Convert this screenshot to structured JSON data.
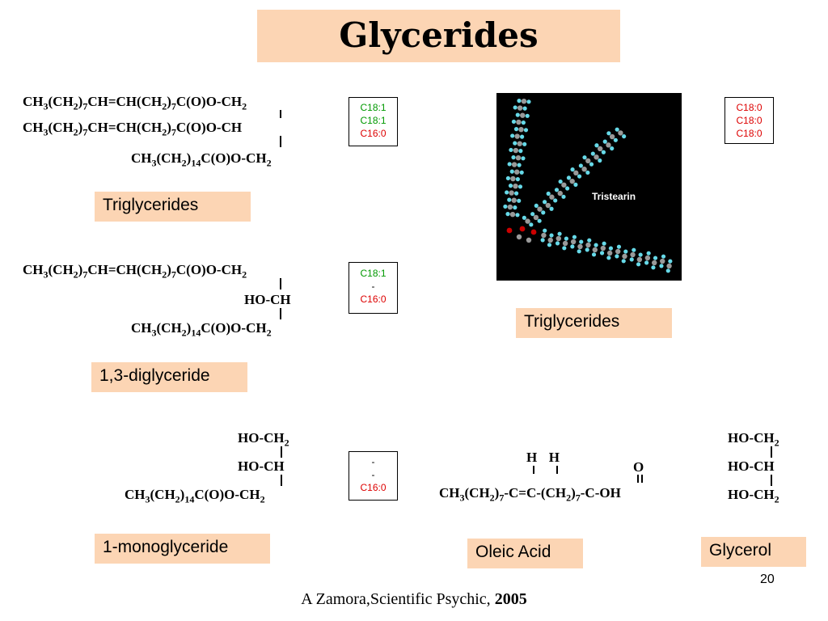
{
  "title": "Glycerides",
  "structures": {
    "tg": [
      "CH3(CH2)7CH=CH(CH2)7C(O)O-CH2",
      "CH3(CH2)7CH=CH(CH2)7C(O)O-CH",
      "CH3(CH2)14C(O)O-CH2"
    ],
    "dg": [
      "CH3(CH2)7CH=CH(CH2)7C(O)O-CH2",
      "HO-CH",
      "CH3(CH2)14C(O)O-CH2"
    ],
    "mg": [
      "HO-CH2",
      "HO-CH",
      "CH3(CH2)14C(O)O-CH2"
    ],
    "oleic": {
      "top": "H  H",
      "acid_top": "O",
      "formula": "CH3(CH2)7-C=C-(CH2)7-C-OH"
    },
    "glycerol": [
      "HO-CH2",
      "HO-CH",
      "HO-CH2"
    ]
  },
  "fatty_acid_boxes": {
    "tg": [
      {
        "text": "C18:1",
        "color": "#009900"
      },
      {
        "text": "C18:1",
        "color": "#009900"
      },
      {
        "text": "C16:0",
        "color": "#dd0000"
      }
    ],
    "dg": [
      {
        "text": "C18:1",
        "color": "#009900"
      },
      {
        "text": "-",
        "color": "#000000"
      },
      {
        "text": "C16:0",
        "color": "#dd0000"
      }
    ],
    "mg": [
      {
        "text": "-",
        "color": "#000000"
      },
      {
        "text": "-",
        "color": "#000000"
      },
      {
        "text": "C16:0",
        "color": "#dd0000"
      }
    ],
    "tristearin": [
      {
        "text": "C18:0",
        "color": "#dd0000"
      },
      {
        "text": "C18:0",
        "color": "#dd0000"
      },
      {
        "text": "C18:0",
        "color": "#dd0000"
      }
    ]
  },
  "labels": {
    "triglycerides_left": "Triglycerides",
    "diglyceride": "1,3-diglyceride",
    "monoglyceride": "1-monoglyceride",
    "triglycerides_right": "Triglycerides",
    "oleic_acid": "Oleic Acid",
    "glycerol": "Glycerol"
  },
  "molecule_image": {
    "caption": "Tristearin",
    "background": "#000000",
    "carbon_color": "#999999",
    "hydrogen_color": "#66d9e8",
    "oxygen_color": "#cc0000"
  },
  "footer": {
    "text": "A Zamora,Scientific Psychic, ",
    "year": "2005"
  },
  "slide_number": "20",
  "colors": {
    "label_bg": "#fcd5b4",
    "saturated": "#dd0000",
    "unsaturated": "#009900"
  }
}
